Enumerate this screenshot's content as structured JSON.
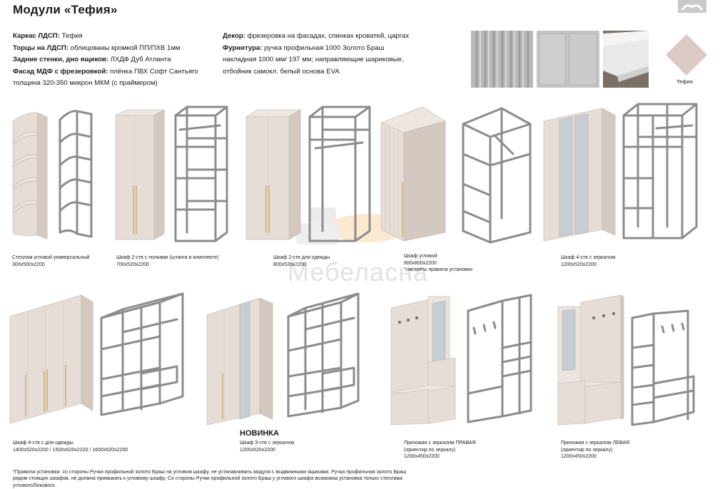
{
  "title": "Модули «Тефия»",
  "specs_left": [
    {
      "label": "Каркас ЛДСП:",
      "value": " Тефия"
    },
    {
      "label": "Торцы на ЛДСП:",
      "value": " облицованы кромкой ПП/ПХВ 1мм"
    },
    {
      "label": "Задние стенки, дно ящиков:",
      "value": " ЛХДФ Дуб Атланта"
    },
    {
      "label": "Фасад МДФ с фрезеровкой:",
      "value": " плёнка ПВХ Софт Сантьяго"
    }
  ],
  "specs_left_cont": "толщина 320-350 микрон МКМ (с праймером)",
  "specs_right": [
    {
      "label": "Декор:",
      "value": " фрезеровка на фасадах, спинках кроватей, царгах"
    },
    {
      "label": "Фурнитура:",
      "value": " ручка профильная 1000 Золото Браш"
    }
  ],
  "specs_right_cont": [
    "накладная 1000 мм/ 197 мм; направляющие шариковые,",
    "отбойник самокл. белый основа EVA"
  ],
  "swatch": {
    "label": "Тефия",
    "color": "#dccbc4"
  },
  "watermark": "Мебеласна",
  "novinka": "НОВИНКА",
  "modules": [
    {
      "name": "Стеллаж угловой универсальный",
      "size": "300х500х2200"
    },
    {
      "name": "Шкаф 2-ств с полками (штанга в комплекте)",
      "size": "700х520х2200"
    },
    {
      "name": "Шкаф 2-ств для одежды",
      "size": "800х520х2200"
    },
    {
      "name": "Шкаф угловой",
      "size": "800х800х2200",
      "note": "*смотреть правила установки"
    },
    {
      "name": "Шкаф 4-ств с зеркалом",
      "size": "1200х520х2200"
    },
    {
      "name": "Шкаф 4-ств с для одежды",
      "size": "1400х520х2200 / 1500х520х2220 / 1600х520х2200"
    },
    {
      "name": "Шкаф 3-ств с зеркалом",
      "size": "1200х520х2200"
    },
    {
      "name": "Прихожая с зеркалом ПРАВАЯ",
      "sub": "(ориентир по зеркалу)",
      "size": "1200х450х2200"
    },
    {
      "name": "Прихожая с зеркалом ЛЕВАЯ",
      "sub": "(ориентир по зеркалу)",
      "size": "1200х450х2200"
    }
  ],
  "footnote": [
    "*Правила установки: со стороны Ручки профильной золото Браш на угловом шкафу, не устанавливать модуля с выдвижными ящиками. Ручка профильная золото Браш",
    "рядом стоящих шкафов, не должна примыкать к угловому шкафу. Со стороны Ручки профильной золото Браш у углового шкафа возможна установка только стеллажа",
    "углового/бокового"
  ]
}
